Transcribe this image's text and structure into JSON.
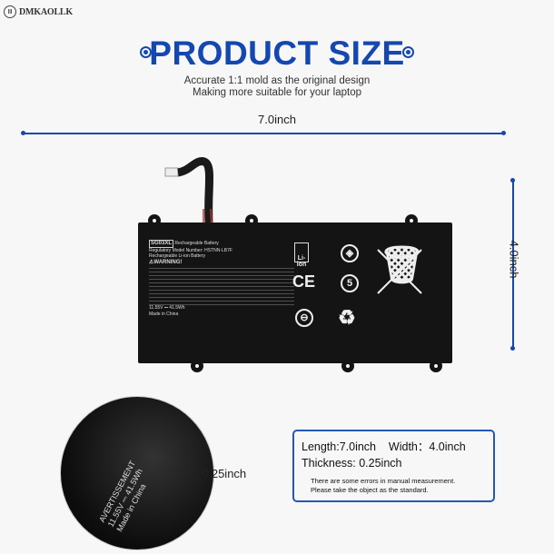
{
  "brand": {
    "name": "DMKAOLLK"
  },
  "header": {
    "title": "PRODUCT SIZE",
    "subtitle_1": "Accurate 1:1 mold as the original design",
    "subtitle_2": "Making more suitable for your laptop"
  },
  "dimensions": {
    "length_label": "7.0inch",
    "width_label": "4.0inch",
    "thickness_label": "0.25inch"
  },
  "battery_label": {
    "model": "SG03XL",
    "type": "Rechargeable Battery",
    "regulatory": "Regulatory Model Number: HSTNN-LB7F",
    "chemistry": "Rechargeable Li-ion Battery",
    "warning": "⚠WARNING!",
    "rating": "11.55V ⎓ 41.5Wh",
    "origin": "Made in China",
    "li_ion": "Li-ion",
    "ce": "CE"
  },
  "zoom_detail": {
    "line_1": "AVERTISSEMENT",
    "line_2": "11.55V ⎓ 41.5Wh",
    "line_3": "Made in China"
  },
  "info_box": {
    "length": "Length:7.0inch",
    "width": "Width：4.0inch",
    "thickness": "Thickness: 0.25inch",
    "note_1": "There are some errors in manual measurement.",
    "note_2": "Please take the object as the standard."
  },
  "colors": {
    "accent": "#1448b0",
    "battery": "#141414"
  }
}
